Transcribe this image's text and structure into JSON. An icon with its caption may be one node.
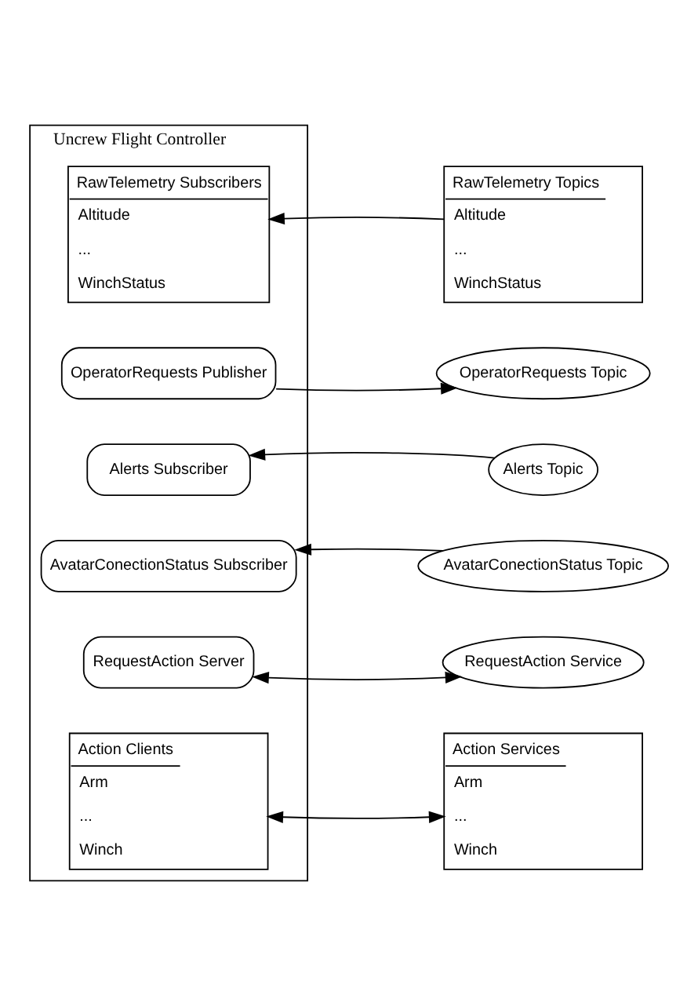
{
  "diagram": {
    "nodes": [
      {
        "text": [
          "Uncrew Flight Controller"
        ]
      },
      {
        "text": [
          "RawTelemetry Subscribers",
          "Altitude",
          "...",
          "WinchStatus"
        ],
        "in": 0
      },
      {
        "text": [
          "RawTelemetry Topics",
          "Altitude",
          "...",
          "WinchStatus"
        ]
      },
      {
        "text": [
          "OperatorRequests Publisher"
        ],
        "in": 0
      },
      {
        "text": [
          "OperatorRequests Topic"
        ]
      },
      {
        "text": [
          "Alerts Subscriber"
        ],
        "in": 0
      },
      {
        "text": [
          "Alerts Topic"
        ]
      },
      {
        "text": [
          "AvatarConectionStatus Subscriber"
        ],
        "in": 0
      },
      {
        "text": [
          "AvatarConectionStatus Topic"
        ]
      },
      {
        "text": [
          "RequestAction Server"
        ],
        "in": 0
      },
      {
        "text": [
          "RequestAction Service"
        ]
      },
      {
        "text": [
          "Action Clients",
          "Arm",
          "...",
          "Winch"
        ],
        "in": 0
      },
      {
        "text": [
          "Action Services",
          "Arm",
          "...",
          "Winch"
        ]
      }
    ],
    "edges": [
      {
        "from": 2,
        "to": 1,
        "arrow": "to"
      },
      {
        "from": 3,
        "to": 4,
        "arrow": "to"
      },
      {
        "from": 6,
        "to": 5,
        "arrow": "to"
      },
      {
        "from": 8,
        "to": 7,
        "arrow": "to"
      },
      {
        "from": 9,
        "to": 10,
        "arrow": "both"
      },
      {
        "from": 11,
        "to": 12,
        "arrow": "both"
      }
    ]
  }
}
